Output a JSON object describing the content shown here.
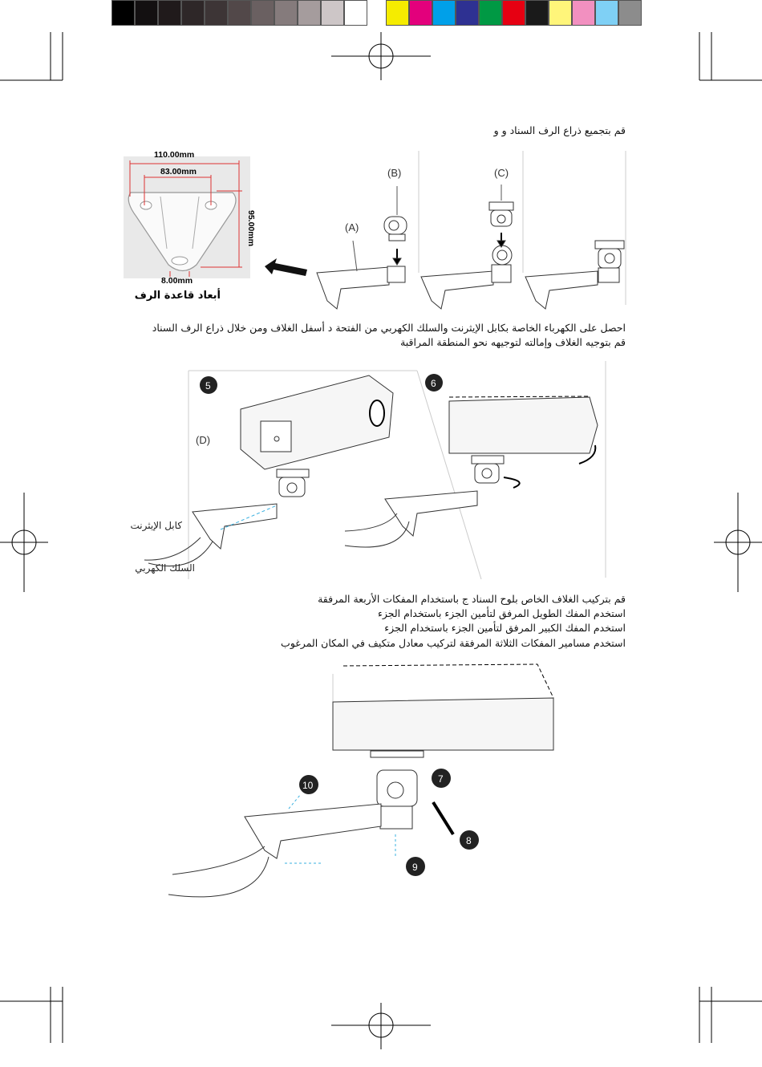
{
  "colors": {
    "left_bar": [
      "#000000",
      "#131011",
      "#201a1b",
      "#2e2728",
      "#3d3536",
      "#524849",
      "#6a6061",
      "#857b7c",
      "#a59c9d",
      "#cdc6c7",
      "#ffffff"
    ],
    "right_bar": [
      "#f5ec00",
      "#e3007c",
      "#00a0e9",
      "#2e3192",
      "#009944",
      "#e60012",
      "#1a1a1a",
      "#fff57a",
      "#f290c0",
      "#7fd0f5",
      "#8c8c8c"
    ]
  },
  "section1": {
    "instruction": "قم بتجميع ذراع الرف السناد      و         و",
    "labels": {
      "a": "(A)",
      "b": "(B)",
      "c": "(C)"
    },
    "base_diagram": {
      "width_outer": "110.00mm",
      "width_inner": "83.00mm",
      "height": "95.00mm",
      "hole": "8.00mm",
      "caption": "أبعاد قاعدة الرف"
    }
  },
  "section2": {
    "line1": "احصل على الكهرباء الخاصة بكابل الإيثرنت والسلك الكهربي من الفتحة   د   أسفل الغلاف ومن خلال ذراع الرف السناد",
    "line2": "قم بتوجيه الغلاف وإمالته لتوجيهه نحو المنطقة المراقبة",
    "step5": "5",
    "step6": "6",
    "label_d": "(D)",
    "ethernet_label": "كابل الإيثرنت",
    "power_label": "السلك الكهربي"
  },
  "section3": {
    "line1": "قم بتركيب الغلاف الخاص بلوح السناد   ج   باستخدام المفكات الأربعة المرفقة",
    "line2": "استخدم المفك الطويل المرفق لتأمين الجزء         باستخدام الجزء",
    "line3": "استخدم المفك الكبير المرفق لتأمين الجزء         باستخدام الجزء",
    "line4": "استخدم مسامير المفكات الثلاثة المرفقة لتركيب معادل متكيف              في المكان المرغوب",
    "step7": "7",
    "step8": "8",
    "step9": "9",
    "step10": "10"
  }
}
